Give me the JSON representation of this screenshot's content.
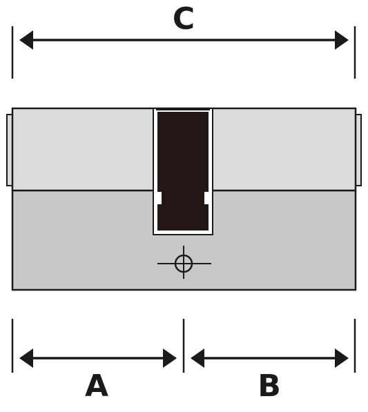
{
  "dimensions": {
    "overall": {
      "label": "C"
    },
    "left_half": {
      "label": "A"
    },
    "right_half": {
      "label": "B"
    }
  },
  "colors": {
    "outline": "#1a1a1a",
    "upper_body": "#dcdcdc",
    "lower_body": "#c8c8c8",
    "cam_slot": "#231815",
    "background": "#ffffff"
  },
  "icons": {
    "center_mark": "crosshair-circle-icon"
  }
}
